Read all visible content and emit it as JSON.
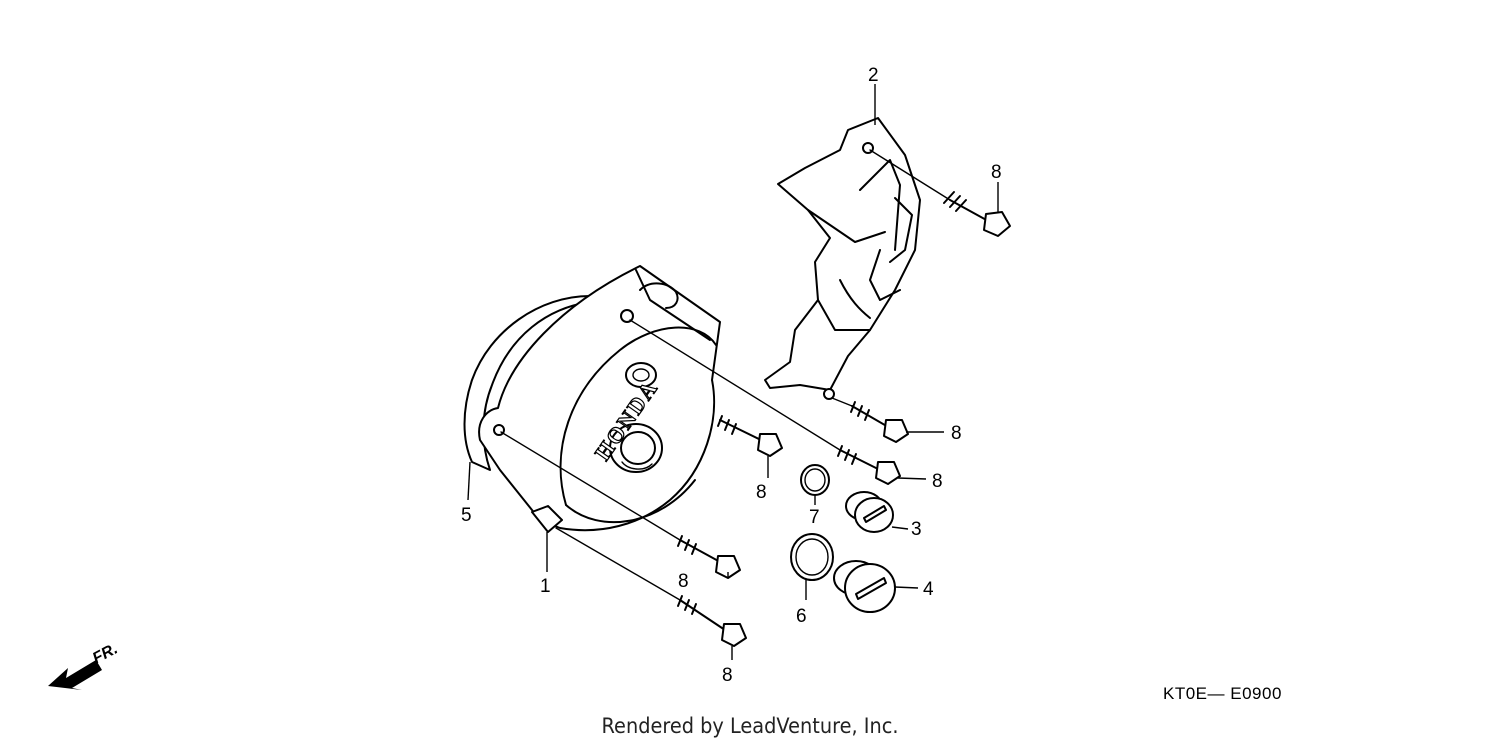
{
  "diagram": {
    "callouts": [
      {
        "id": "c2",
        "label": "2"
      },
      {
        "id": "c8a",
        "label": "8"
      },
      {
        "id": "c8b",
        "label": "8"
      },
      {
        "id": "c8c",
        "label": "8"
      },
      {
        "id": "c8d",
        "label": "8"
      },
      {
        "id": "c8e",
        "label": "8"
      },
      {
        "id": "c8f",
        "label": "8"
      },
      {
        "id": "c5",
        "label": "5"
      },
      {
        "id": "c1",
        "label": "1"
      },
      {
        "id": "c7",
        "label": "7"
      },
      {
        "id": "c3",
        "label": "3"
      },
      {
        "id": "c6",
        "label": "6"
      },
      {
        "id": "c4",
        "label": "4"
      }
    ],
    "cover_logo": "HONDA",
    "direction_label": "FR.",
    "code": "KT0E— E0900"
  },
  "footer": {
    "credit": "Rendered by LeadVenture, Inc."
  }
}
